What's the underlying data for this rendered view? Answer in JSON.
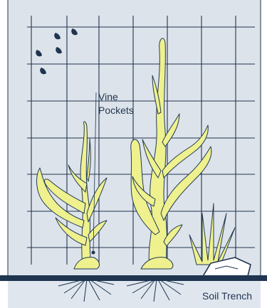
{
  "labels": {
    "vine_pockets_line1": "Vine",
    "vine_pockets_line2": "Pockets",
    "soil_trench": "Soil Trench"
  },
  "colors": {
    "background": "#dde3ea",
    "grid": "#1f3550",
    "plant_fill": "#eef18e",
    "plant_stroke": "#233a56",
    "ground": "#1f3550",
    "trench": "#dfe6ee",
    "water_drop": "#1f3550"
  }
}
